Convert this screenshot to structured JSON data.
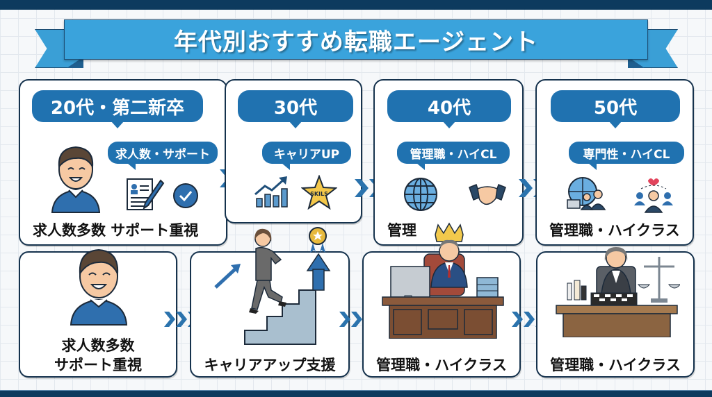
{
  "title": "年代別おすすめ転職エージェント",
  "colors": {
    "header_bar": "#0d3a5e",
    "ribbon": "#3aa3dc",
    "pill": "#2072b0",
    "card_border": "#15324d",
    "chevron": "#2b73ad"
  },
  "top_row": [
    {
      "age_label": "20代・第二新卒",
      "tag": "求人数・サポート",
      "caption": "求人数多数 サポート重視",
      "icons": [
        "young-man-avatar-icon",
        "resume-pen-icon",
        "checkmark-circle-icon"
      ]
    },
    {
      "age_label": "30代",
      "tag": "キャリアUP",
      "caption": "",
      "icons": [
        "growth-chart-icon",
        "skills-star-icon"
      ],
      "star_text": "SKILS"
    },
    {
      "age_label": "40代",
      "tag": "管理職・ハイCL",
      "caption": "管理",
      "icons": [
        "globe-icon",
        "handshake-icon"
      ]
    },
    {
      "age_label": "50代",
      "tag": "専門性・ハイCL",
      "caption": "管理職・ハイクラス",
      "icons": [
        "global-team-icon",
        "network-people-icon"
      ]
    }
  ],
  "bottom_row": [
    {
      "caption_line1": "求人数多数",
      "caption_line2": "サポート重視",
      "illustration": "smiling-young-man-icon"
    },
    {
      "caption": "キャリアアップ支援",
      "illustration": "woman-climbing-stairs-icon"
    },
    {
      "caption": "管理職・ハイクラス",
      "illustration": "executive-with-crown-icon"
    },
    {
      "caption": "管理職・ハイクラス",
      "illustration": "senior-woman-chess-desk-icon"
    }
  ],
  "arrows": {
    "top": [
      "double-chevron",
      "double-chevron",
      "double-chevron"
    ],
    "bottom": [
      "triple-chevron",
      "triple-chevron",
      "triple-chevron"
    ]
  }
}
